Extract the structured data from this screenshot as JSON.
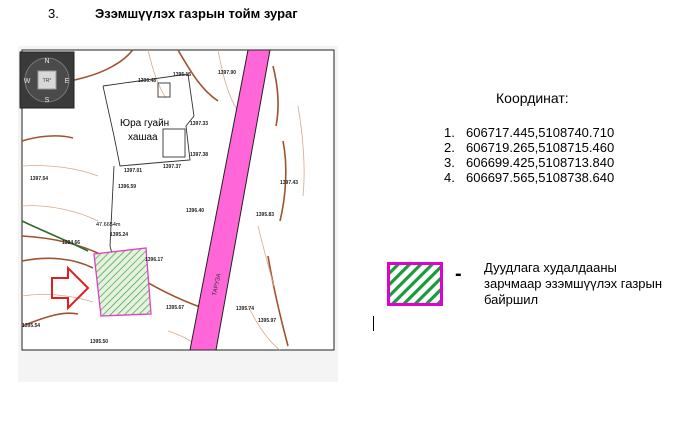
{
  "header": {
    "number": "3.",
    "title": "Эзэмшүүлэх газрын тойм зураг"
  },
  "map": {
    "compass": {
      "n": "N",
      "e": "E",
      "s": "S",
      "w": "W",
      "center": "TR°"
    },
    "labels": {
      "house_line1": "Юра гуайн",
      "house_line2": "хашаа",
      "road": "ТАРУЗА",
      "distance": "47.6654m"
    },
    "elevations": [
      "1396.48",
      "1395.15",
      "1397.90",
      "1397.33",
      "1397.38",
      "1397.01",
      "1397.37",
      "1397.54",
      "1397.43",
      "1396.59",
      "1396.40",
      "1395.83",
      "1395.24",
      "1396.17",
      "1395.67",
      "1395.54",
      "1395.50",
      "1395.97",
      "1394.66",
      "1395.74"
    ],
    "colors": {
      "road": "#ff66d8",
      "parcel_border": "#e040c0",
      "parcel_hatch": "#3aa045",
      "contour": "#a0522d"
    }
  },
  "coordinates": {
    "title": "Координат:",
    "items": [
      {
        "n": "1.",
        "value": "606717.445,5108740.710"
      },
      {
        "n": "2.",
        "value": "606719.265,5108715.460"
      },
      {
        "n": "3.",
        "value": "606699.425,5108713.840"
      },
      {
        "n": "4.",
        "value": "606697.565,5108738.640"
      }
    ]
  },
  "legend": {
    "dash": "-",
    "text": "Дуудлага худалдааны зарчмаар эзэмшүүлэх газрын байршил",
    "colors": {
      "border": "#e000d0",
      "hatch": "#1a9a3a"
    }
  }
}
